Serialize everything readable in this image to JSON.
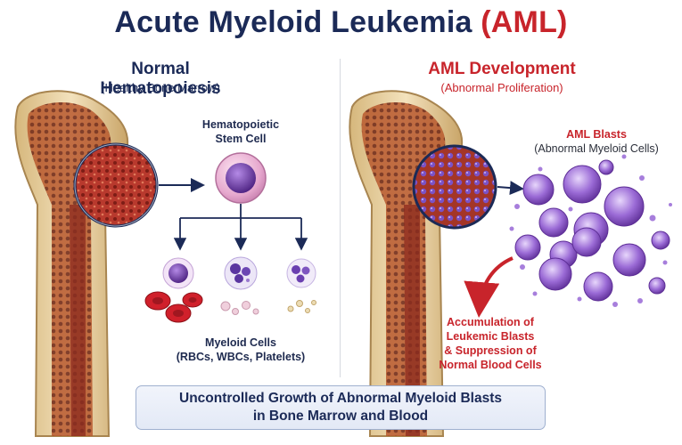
{
  "title": {
    "main": "Acute Myeloid Leukemia",
    "accent": "(AML)"
  },
  "left": {
    "heading": "Normal Hematopoiesis",
    "subheading": "(Healthy Bone Marrow)",
    "stem_cell_label": [
      "Hematopoietic",
      "Stem Cell"
    ],
    "myeloid_label": [
      "Myeloid Cells",
      "(RBCs, WBCs, Platelets)"
    ]
  },
  "right": {
    "heading": "AML Development",
    "subheading": "(Abnormal Proliferation)",
    "blasts_label": [
      "AML Blasts",
      "(Abnormal Myeloid Cells)"
    ],
    "accumulation_label": [
      "Accumulation of",
      "Leukemic Blasts",
      "& Suppression of",
      "Normal Blood Cells"
    ]
  },
  "banner": {
    "line1": "Uncontrolled Growth of Abnormal Myeloid Blasts",
    "line2": "in Bone Marrow and Blood"
  },
  "colors": {
    "navy": "#1b2a57",
    "red": "#c8242b",
    "bone": "#e8d3a6",
    "marrow": "#a8312a",
    "blast": "#8a55c3"
  }
}
